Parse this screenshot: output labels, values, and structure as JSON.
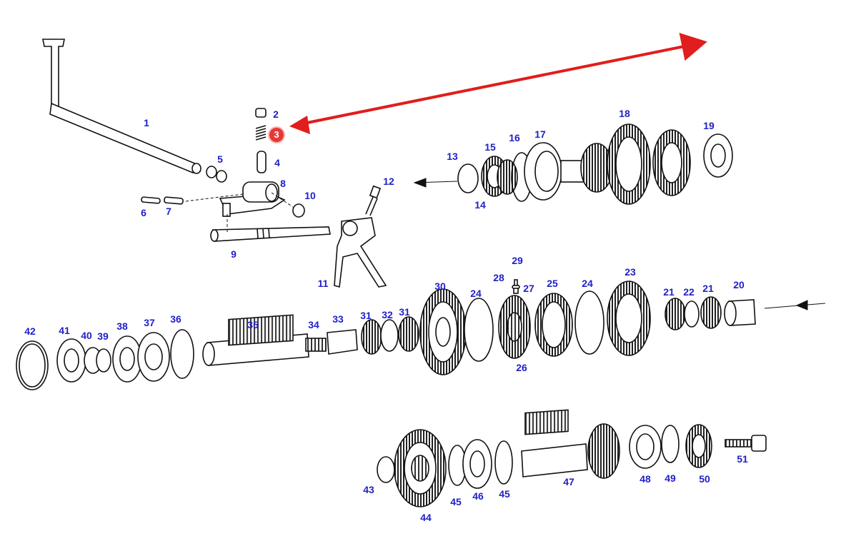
{
  "callouts": [
    {
      "id": "l1",
      "text": "1"
    },
    {
      "id": "l2",
      "text": "2"
    },
    {
      "id": "l4",
      "text": "4"
    },
    {
      "id": "l5",
      "text": "5"
    },
    {
      "id": "l6",
      "text": "6"
    },
    {
      "id": "l7",
      "text": "7"
    },
    {
      "id": "l8",
      "text": "8"
    },
    {
      "id": "l9",
      "text": "9"
    },
    {
      "id": "l10",
      "text": "10"
    },
    {
      "id": "l11",
      "text": "11"
    },
    {
      "id": "l12",
      "text": "12"
    },
    {
      "id": "l13",
      "text": "13"
    },
    {
      "id": "l14",
      "text": "14"
    },
    {
      "id": "l15",
      "text": "15"
    },
    {
      "id": "l16",
      "text": "16"
    },
    {
      "id": "l17",
      "text": "17"
    },
    {
      "id": "l18",
      "text": "18"
    },
    {
      "id": "l19",
      "text": "19"
    },
    {
      "id": "l20",
      "text": "20"
    },
    {
      "id": "l21a",
      "text": "21"
    },
    {
      "id": "l21b",
      "text": "21"
    },
    {
      "id": "l22",
      "text": "22"
    },
    {
      "id": "l23",
      "text": "23"
    },
    {
      "id": "l24a",
      "text": "24"
    },
    {
      "id": "l24b",
      "text": "24"
    },
    {
      "id": "l25",
      "text": "25"
    },
    {
      "id": "l26",
      "text": "26"
    },
    {
      "id": "l27",
      "text": "27"
    },
    {
      "id": "l28",
      "text": "28"
    },
    {
      "id": "l29",
      "text": "29"
    },
    {
      "id": "l30",
      "text": "30"
    },
    {
      "id": "l31a",
      "text": "31"
    },
    {
      "id": "l31b",
      "text": "31"
    },
    {
      "id": "l32",
      "text": "32"
    },
    {
      "id": "l33",
      "text": "33"
    },
    {
      "id": "l34",
      "text": "34"
    },
    {
      "id": "l35",
      "text": "35"
    },
    {
      "id": "l36",
      "text": "36"
    },
    {
      "id": "l37",
      "text": "37"
    },
    {
      "id": "l38",
      "text": "38"
    },
    {
      "id": "l39",
      "text": "39"
    },
    {
      "id": "l40",
      "text": "40"
    },
    {
      "id": "l41",
      "text": "41"
    },
    {
      "id": "l42",
      "text": "42"
    },
    {
      "id": "l43",
      "text": "43"
    },
    {
      "id": "l44",
      "text": "44"
    },
    {
      "id": "l45a",
      "text": "45"
    },
    {
      "id": "l45b",
      "text": "45"
    },
    {
      "id": "l46",
      "text": "46"
    },
    {
      "id": "l47",
      "text": "47"
    },
    {
      "id": "l48",
      "text": "48"
    },
    {
      "id": "l49",
      "text": "49"
    },
    {
      "id": "l50",
      "text": "50"
    },
    {
      "id": "l51",
      "text": "51"
    }
  ],
  "highlight": {
    "text": "3",
    "color": "#e53935"
  },
  "colors": {
    "label": "#1f1fc7",
    "line_art": "#111111",
    "pointer_arrow": "#e11d1d"
  }
}
